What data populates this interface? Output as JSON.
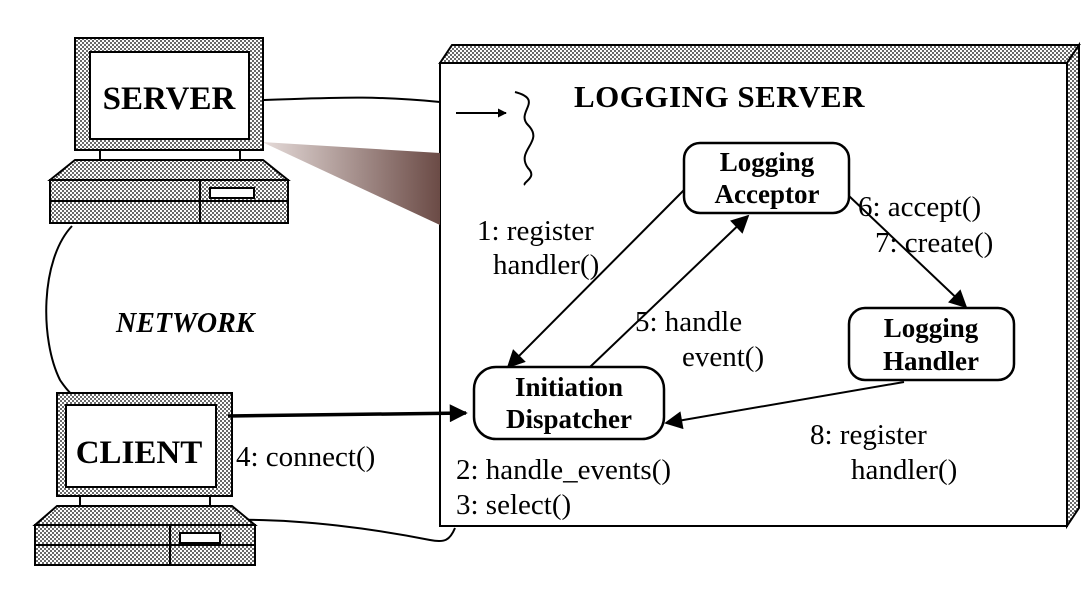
{
  "server_box": {
    "title": "LOGGING SERVER"
  },
  "hosts": {
    "server": "SERVER",
    "client": "CLIENT"
  },
  "network_label": "NETWORK",
  "components": {
    "logging_acceptor": [
      "Logging",
      "Acceptor"
    ],
    "initiation_dispatcher": [
      "Initiation",
      "Dispatcher"
    ],
    "logging_handler": [
      "Logging",
      "Handler"
    ]
  },
  "messages": {
    "m1": [
      "1: register",
      "handler()"
    ],
    "m2": "2: handle_events()",
    "m3": "3: select()",
    "m4": "4: connect()",
    "m5": [
      "5: handle",
      "event()"
    ],
    "m6": "6: accept()",
    "m7": "7: create()",
    "m8": [
      "8: register",
      "handler()"
    ]
  }
}
